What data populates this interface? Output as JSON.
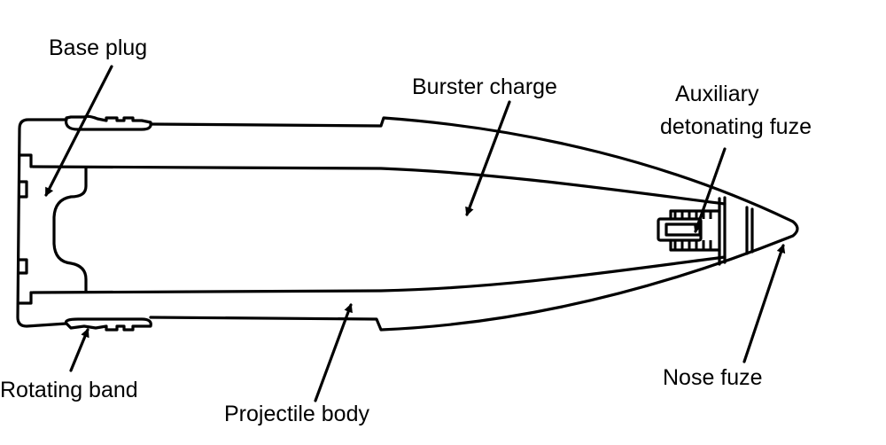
{
  "labels": {
    "base_plug": "Base plug",
    "burster_charge": "Burster charge",
    "aux_fuze_line1": "Auxiliary",
    "aux_fuze_line2": "detonating fuze",
    "rotating_band": "Rotating band",
    "projectile_body": "Projectile body",
    "nose_fuze": "Nose fuze"
  },
  "colors": {
    "ink": "#000000",
    "background": "#ffffff"
  }
}
